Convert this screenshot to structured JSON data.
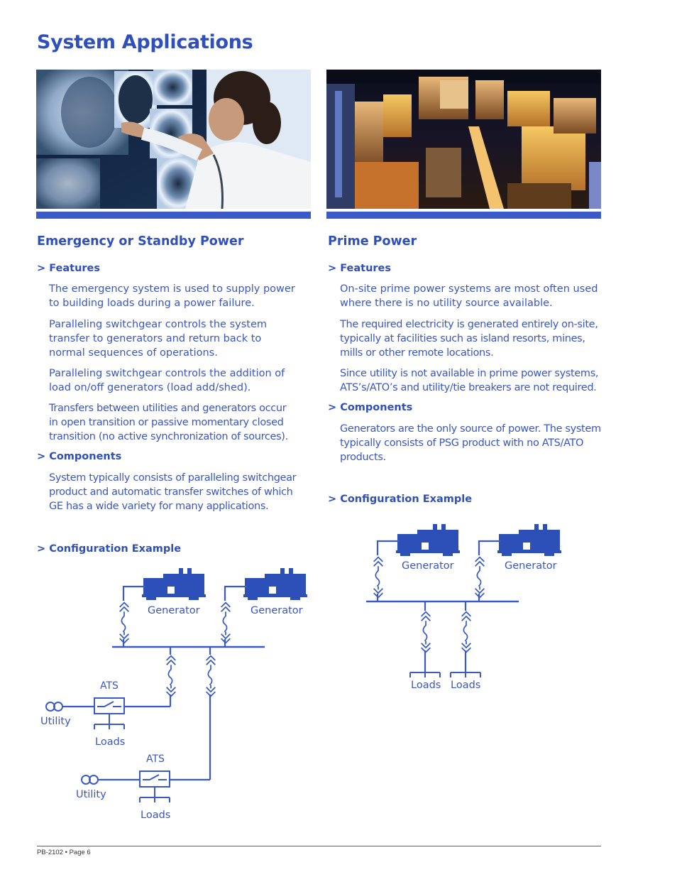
{
  "page": {
    "title": "System Applications",
    "footer": "PB-2102 • Page 6"
  },
  "colors": {
    "accent": "#2f4fba",
    "diagram": "#3a5ac8"
  },
  "left": {
    "heading": "Emergency or Standby Power",
    "features_label": ">  Features",
    "features": [
      [
        "The emergency system is used to supply power",
        "to building loads during a power failure."
      ],
      [
        "Paralleling switchgear controls the system",
        "transfer to generators and return back to",
        "normal sequences of operations."
      ],
      [
        "Paralleling switchgear controls the addition of",
        "load on/off generators (load add/shed)."
      ],
      [
        "Transfers between utilities and generators occur",
        "in open transition or passive momentary closed",
        "transition (no active synchronization of sources)."
      ]
    ],
    "components_label": ">  Components",
    "components": [
      "System typically consists of paralleling switchgear",
      "product and automatic transfer switches of which",
      "GE has a wide variety for many applications."
    ],
    "config_label": "> Configuration Example",
    "diagram": {
      "gen1": "Generator",
      "gen2": "Generator",
      "ats1": "ATS",
      "utility1": "Utility",
      "loads1": "Loads",
      "ats2": "ATS",
      "utility2": "Utility",
      "loads2": "Loads"
    }
  },
  "right": {
    "heading": "Prime Power",
    "features_label": ">  Features",
    "features": [
      [
        "On-site prime power systems are most often used",
        "where there is no utility source available."
      ],
      [
        "The required electricity is generated entirely on-site,",
        "typically at facilities such as island resorts, mines,",
        "mills or other remote locations."
      ],
      [
        "Since utility is not available in prime power systems,",
        "ATS’s/ATO’s and utility/tie breakers are not required."
      ]
    ],
    "components_label": ">  Components",
    "components": [
      "Generators are the only source of power. The system",
      "typically consists of PSG product with no ATS/ATO",
      "products."
    ],
    "config_label": "> Configuration Example",
    "diagram": {
      "gen1": "Generator",
      "gen2": "Generator",
      "loads1": "Loads",
      "loads2": "Loads"
    }
  }
}
